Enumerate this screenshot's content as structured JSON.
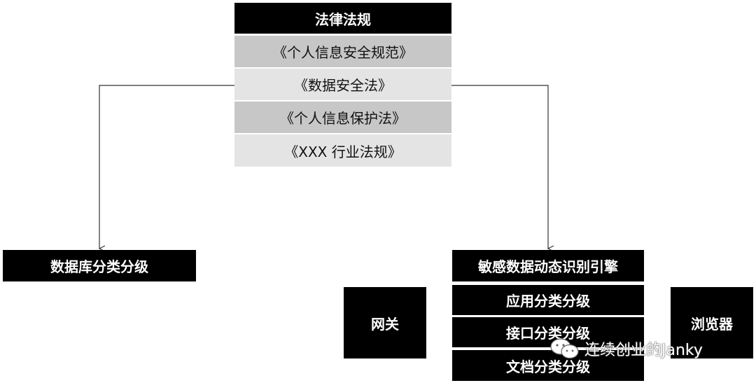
{
  "laws": {
    "header": "法律法规",
    "items": [
      "《个人信息安全规范》",
      "《数据安全法》",
      "《个人信息保护法》",
      "《XXX 行业法规》"
    ]
  },
  "left_node": {
    "label": "数据库分类分级"
  },
  "engine": {
    "label": "敏感数据动态识别引擎",
    "items": [
      "应用分类分级",
      "接口分类分级",
      "文档分类分级"
    ]
  },
  "side_nodes": {
    "gateway": "网关",
    "browser": "浏览器"
  },
  "watermark": {
    "text": "连续创业的Janky",
    "icon": "wechat-icon"
  },
  "colors": {
    "dark_box": "#000000",
    "row_shade_a": "#c7c7c7",
    "row_shade_b": "#e4e4e4",
    "connector": "#333333"
  }
}
